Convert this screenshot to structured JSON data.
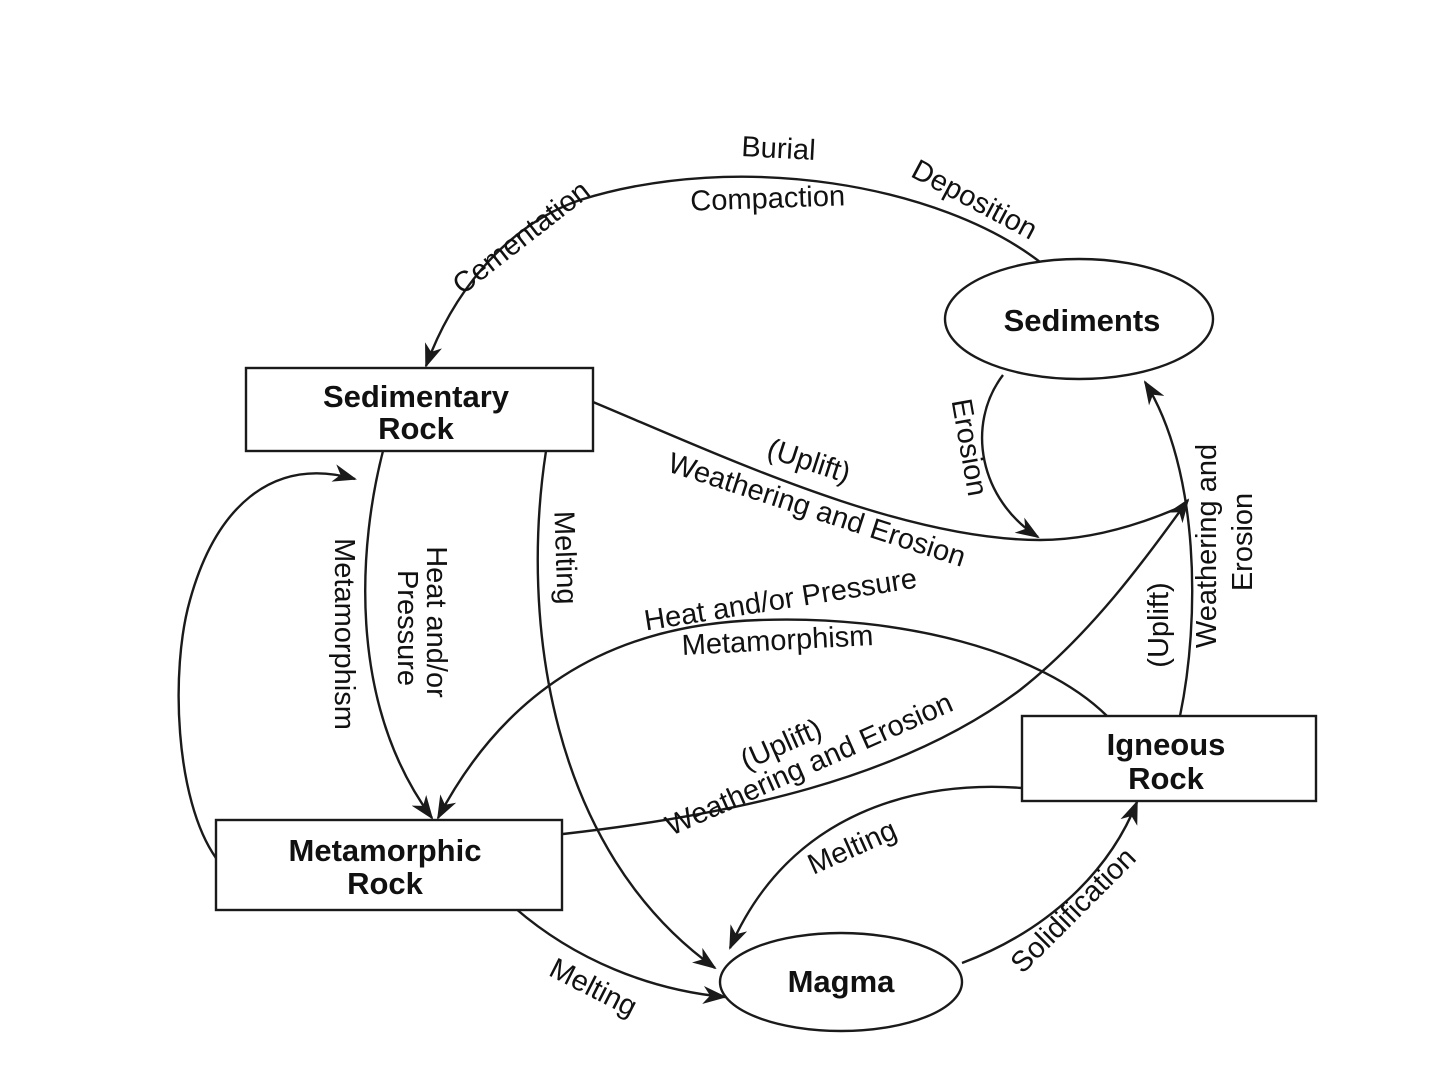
{
  "nodes": {
    "sediments": {
      "label": "Sediments"
    },
    "sedimentary_rock": {
      "line1": "Sedimentary",
      "line2": "Rock"
    },
    "metamorphic_rock": {
      "line1": "Metamorphic",
      "line2": "Rock"
    },
    "igneous_rock": {
      "line1": "Igneous",
      "line2": "Rock"
    },
    "magma": {
      "label": "Magma"
    }
  },
  "edge_labels": {
    "burial": "Burial",
    "compaction": "Compaction",
    "deposition": "Deposition",
    "cementation": "Cementation",
    "erosion": "Erosion",
    "sed_uplift": "(Uplift)",
    "sed_weathering": "Weathering and Erosion",
    "sed_meta_heat_1": "Heat and/or",
    "sed_meta_heat_2": "Pressure",
    "meta_sed_metamorphism": "Metamorphism",
    "sed_melting": "Melting",
    "ign_meta_heat": "Heat and/or Pressure",
    "ign_meta_metamorphism": "Metamorphism",
    "meta_uplift": "(Uplift)",
    "meta_weathering": "Weathering and Erosion",
    "ign_uplift": "(Uplift)",
    "ign_weathering_1": "Weathering and",
    "ign_weathering_2": "Erosion",
    "ign_melting": "Melting",
    "solidification": "Solidification",
    "meta_melting": "Melting"
  }
}
